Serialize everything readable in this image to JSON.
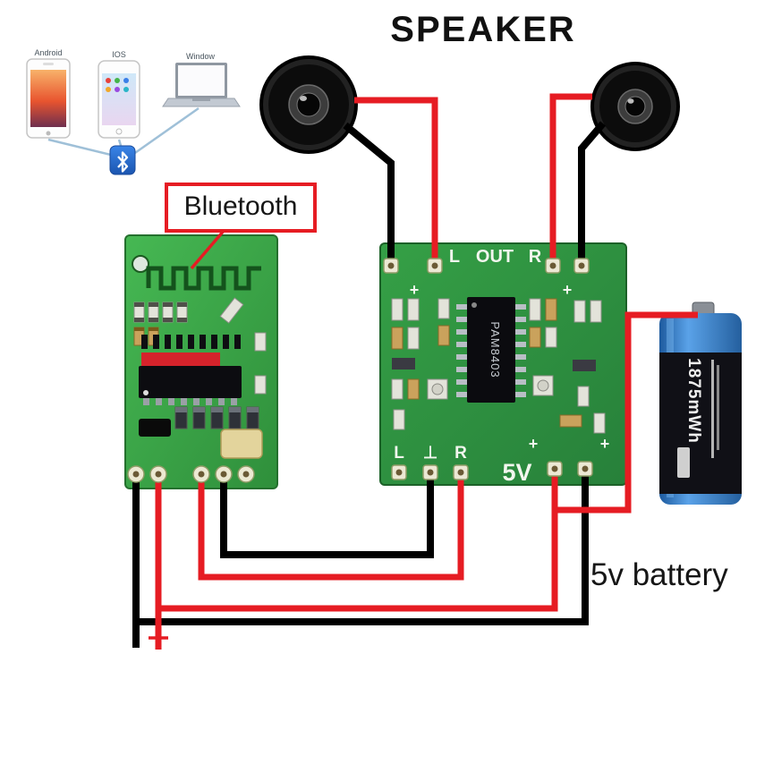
{
  "title": "SPEAKER",
  "callouts": {
    "bluetooth": "Bluetooth",
    "battery": "5v battery"
  },
  "devices": {
    "android": "Android",
    "ios": "IOS",
    "windows": "Window"
  },
  "amp": {
    "out_l": "L",
    "out": "OUT",
    "out_r": "R",
    "in_l": "L",
    "in_gnd": "⊥",
    "in_r": "R",
    "power": "5V",
    "plus": "+",
    "chip": "PAM8403"
  },
  "battery": {
    "capacity": "1875mWh"
  },
  "colors": {
    "wire_red": "#e61c23",
    "wire_black": "#000000",
    "pcb_green": "#2e9440",
    "pcb_green_light": "#3fae4c",
    "battery_blue": "#2f7fd0",
    "callout_red": "#e61c23"
  }
}
